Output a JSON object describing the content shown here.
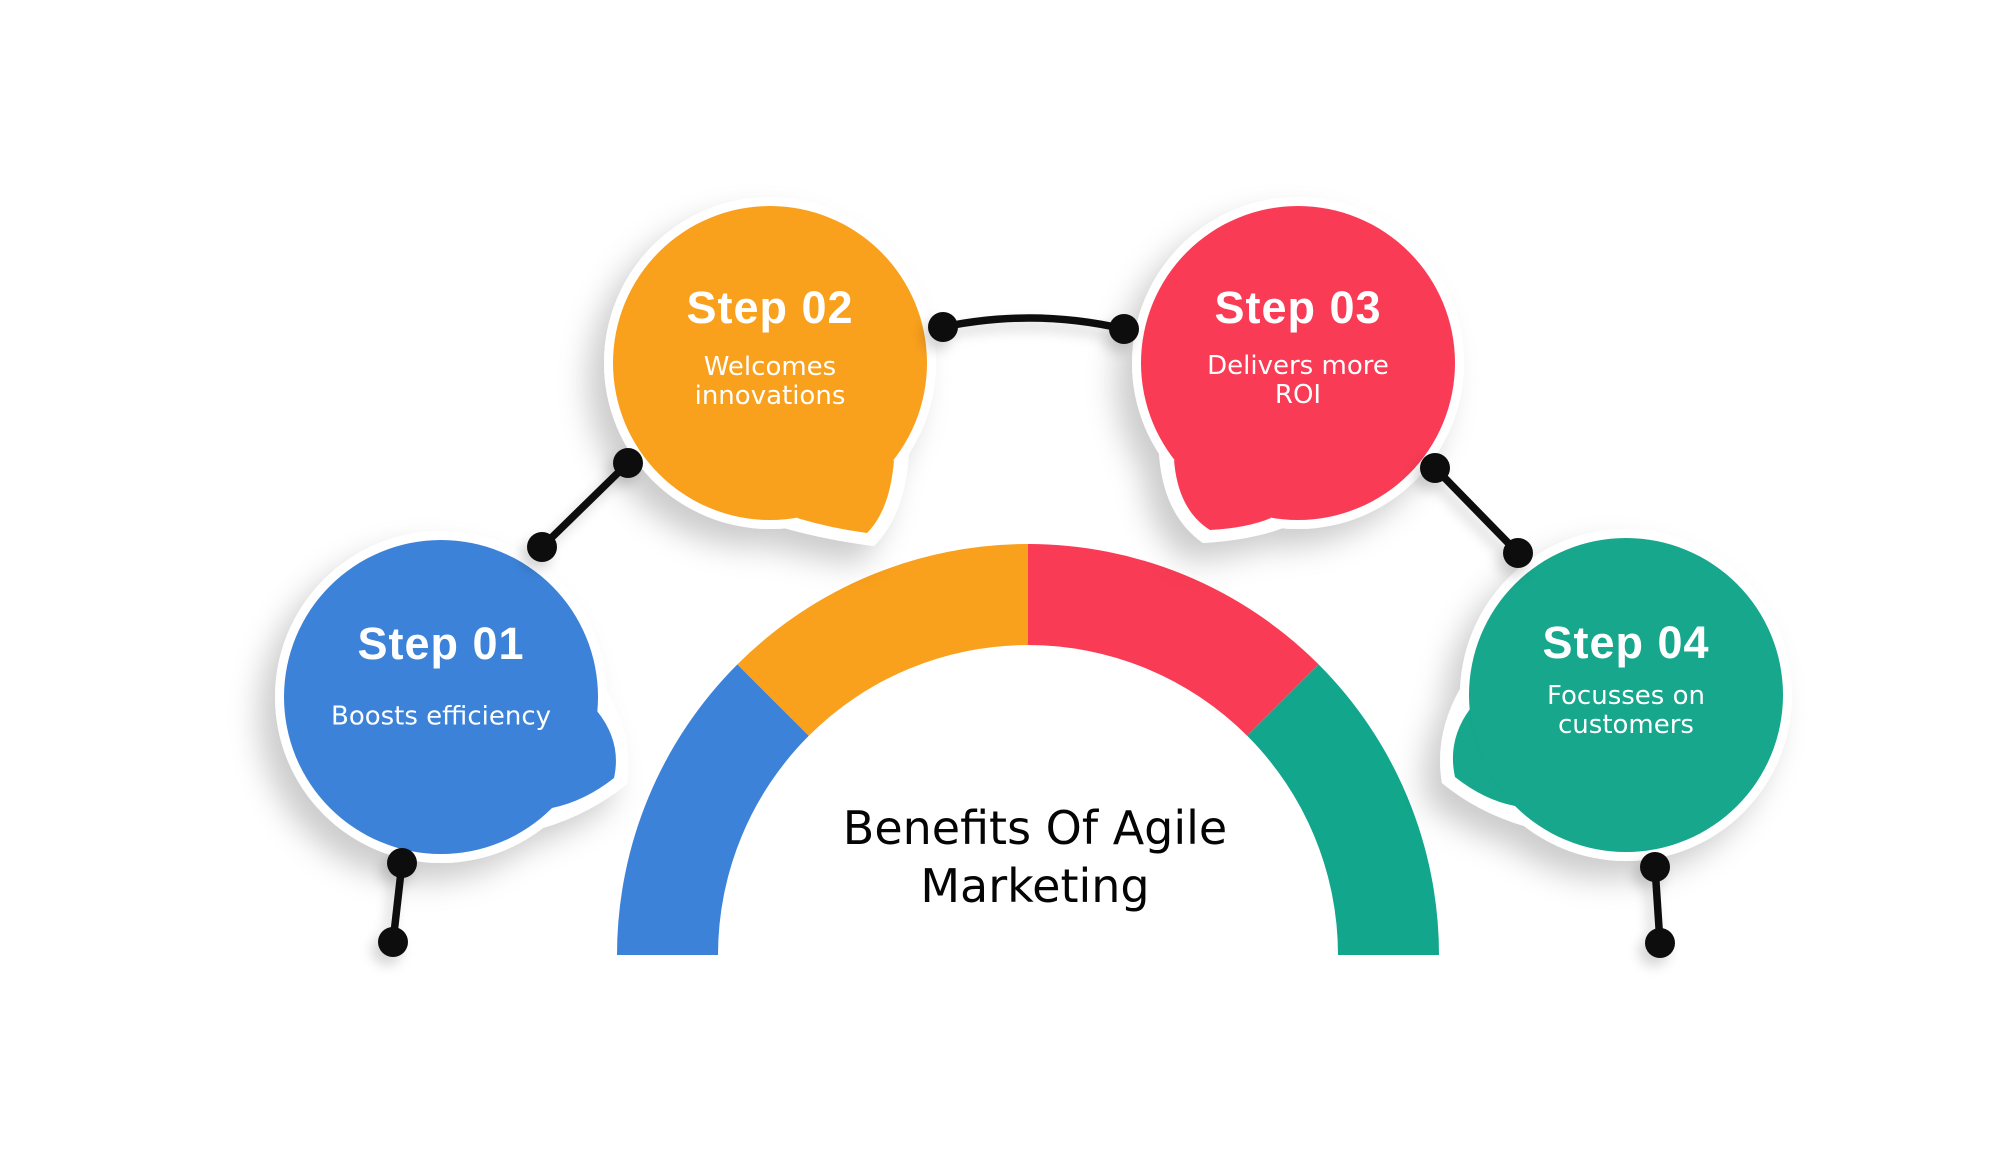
{
  "title": "Benefits Of Agile Marketing",
  "steps": [
    {
      "label": "Step 01",
      "description": "Boosts efficiency",
      "color": "#3B82D8"
    },
    {
      "label": "Step 02",
      "description": "Welcomes innovations",
      "color": "#F9A01C"
    },
    {
      "label": "Step 03",
      "description": "Delivers more ROI",
      "color": "#F93B55"
    },
    {
      "label": "Step 04",
      "description": "Focusses on customers",
      "color": "#12A78C"
    }
  ],
  "connector_color": "#0d0d0d"
}
